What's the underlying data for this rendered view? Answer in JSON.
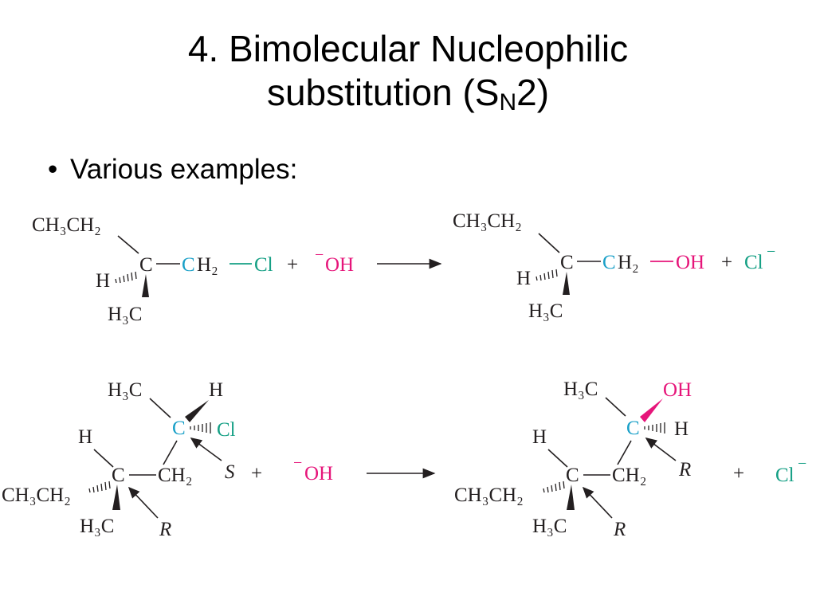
{
  "slide": {
    "title_line1": "4. Bimolecular Nucleophilic",
    "title_line2_pre": "substitution (S",
    "title_sub": "N",
    "title_line2_post": "2)",
    "bullet": "Various examples:"
  },
  "reaction1": {
    "reactant": {
      "top": "CH₃CH₂",
      "center": "C",
      "h": "H",
      "h3c": "H₃C",
      "cyan_c": "C",
      "h2": "H₂",
      "cl": "Cl"
    },
    "plus": "+",
    "nucleophile_charge": "−",
    "nucleophile": "OH",
    "product": {
      "top": "CH₃CH₂",
      "center": "C",
      "h": "H",
      "h3c": "H₃C",
      "cyan_c": "C",
      "h2": "H₂",
      "oh": "OH"
    },
    "plus2": "+",
    "leaving_group": "Cl",
    "leaving_charge": "−"
  },
  "reaction2": {
    "reactant": {
      "h3c_top": "H₃C",
      "h_top": "H",
      "cyan_c": "C",
      "cl": "Cl",
      "h_left": "H",
      "c": "C",
      "ch2": "CH₂",
      "ethyl": "CH₃CH₂",
      "h3c_bottom": "H₃C",
      "s_label": "S",
      "r_label": "R"
    },
    "plus": "+",
    "nucleophile_charge": "−",
    "nucleophile": "OH",
    "product": {
      "h3c_top": "H₃C",
      "oh": "OH",
      "cyan_c": "C",
      "h_right": "H",
      "h_left": "H",
      "c": "C",
      "ch2": "CH₂",
      "ethyl": "CH₃CH₂",
      "h3c_bottom": "H₃C",
      "r_label_top": "R",
      "r_label_bottom": "R"
    },
    "plus2": "+",
    "leaving_group": "Cl",
    "leaving_charge": "−"
  },
  "colors": {
    "carbon_highlight": "#1aa0c8",
    "chlorine": "#16a085",
    "hydroxide": "#e6157a",
    "text": "#231f20"
  }
}
